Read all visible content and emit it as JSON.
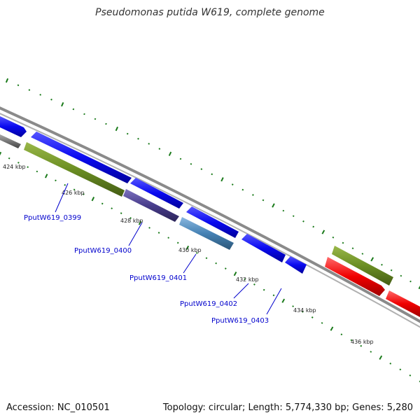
{
  "title": "Pseudomonas putida W619, complete genome",
  "footer": {
    "accession": "Accession: NC_010501",
    "summary": "Topology: circular; Length: 5,774,330 bp; Genes: 5,280"
  },
  "scale_labels": [
    "424 kbp",
    "426 kbp",
    "428 kbp",
    "430 kbp",
    "432 kbp",
    "434 kbp",
    "436 kbp"
  ],
  "gene_labels": [
    "PputW619_0399",
    "PputW619_0400",
    "PputW619_0401",
    "PputW619_0402",
    "PputW619_0403"
  ],
  "colors": {
    "blue": "#0a0af0",
    "olive": "#6b8e23",
    "purple": "#483d8b",
    "steelblue": "#4682b4",
    "red": "#f00000",
    "gray": "#777777",
    "tick": "#1a7a1a",
    "label": "#0000cc"
  }
}
